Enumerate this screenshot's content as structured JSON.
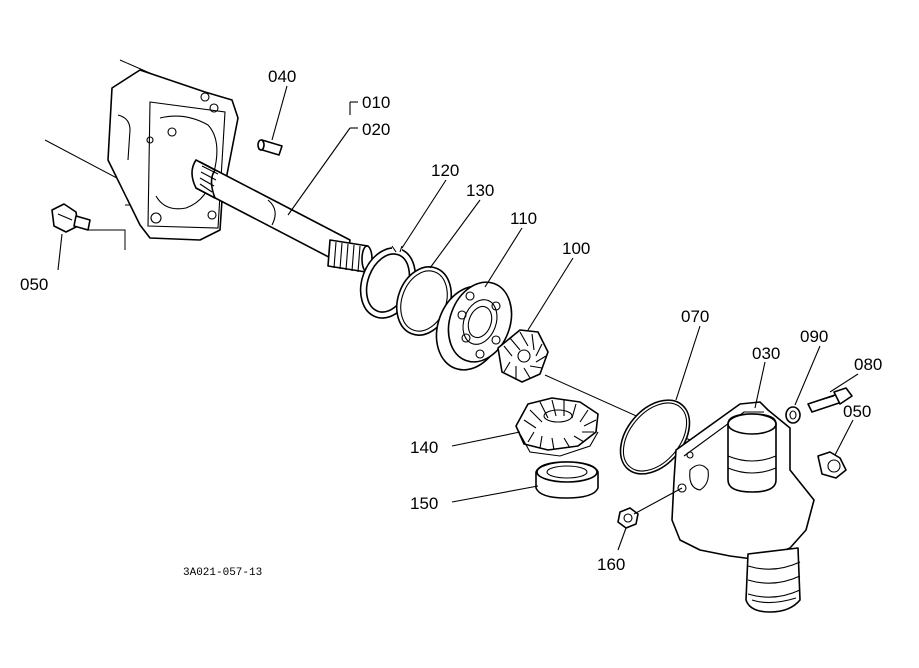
{
  "callouts": {
    "p040": "040",
    "p010": "010",
    "p020": "020",
    "p120": "120",
    "p130": "130",
    "p110": "110",
    "p100": "100",
    "p070": "070",
    "p030": "030",
    "p090": "090",
    "p080": "080",
    "p050_right": "050",
    "p050_left": "050",
    "p140": "140",
    "p150": "150",
    "p160": "160"
  },
  "drawing_number": "3A021-057-13"
}
